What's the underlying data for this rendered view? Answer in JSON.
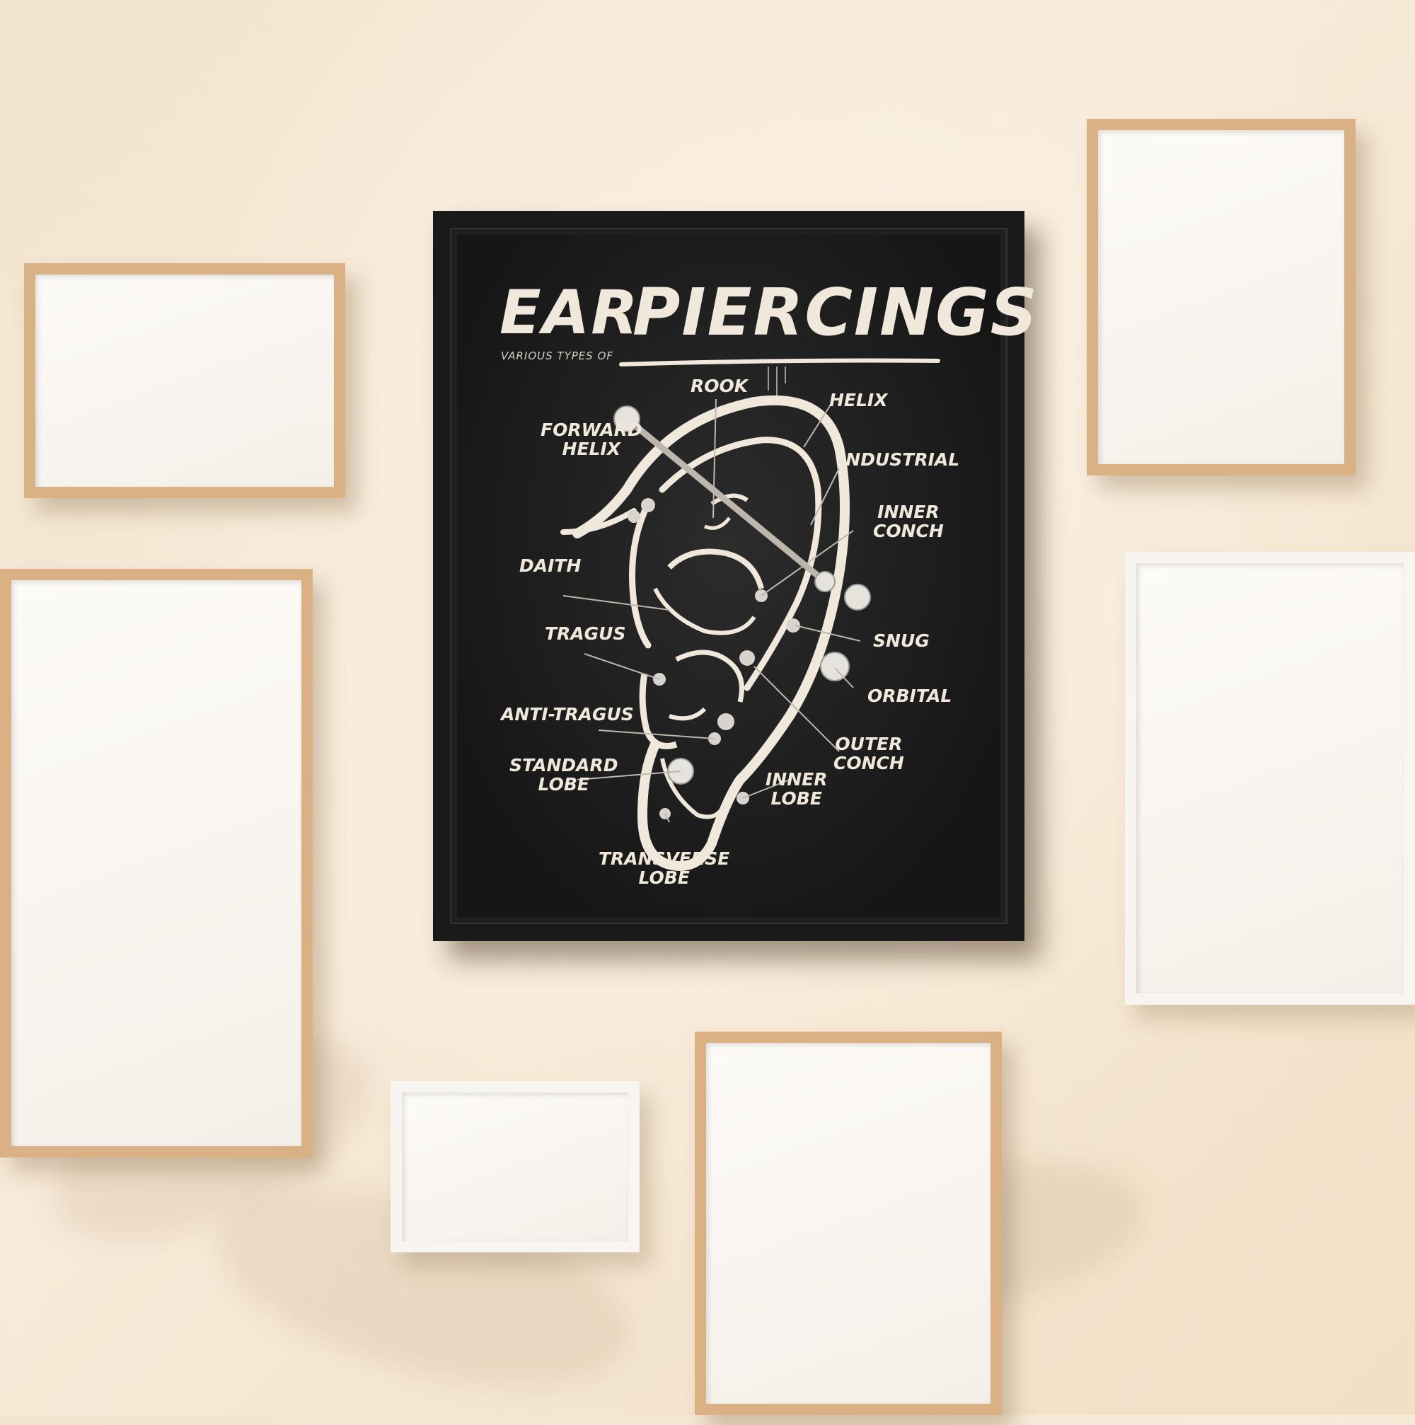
{
  "poster": {
    "title_part1": "EAR",
    "title_part2": "PIERCINGS",
    "subtitle": "VARIOUS TYPES OF",
    "labels": {
      "rook": "ROOK",
      "helix": "HELIX",
      "forward_helix_1": "FORWARD",
      "forward_helix_2": "HELIX",
      "industrial": "INDUSTRIAL",
      "inner_conch_1": "INNER",
      "inner_conch_2": "CONCH",
      "daith": "DAITH",
      "tragus": "TRAGUS",
      "snug": "SNUG",
      "orbital": "ORBITAL",
      "anti_tragus": "ANTI-TRAGUS",
      "outer_conch_1": "OUTER",
      "outer_conch_2": "CONCH",
      "standard_lobe_1": "STANDARD",
      "standard_lobe_2": "LOBE",
      "inner_lobe_1": "INNER",
      "inner_lobe_2": "LOBE",
      "transverse_lobe_1": "TRANSVERSE",
      "transverse_lobe_2": "LOBE"
    }
  },
  "colors": {
    "wall": "#f3e4cf",
    "wood_frame": "#d9b184",
    "white_frame": "#f8f5f0",
    "black_frame": "#1a1a1a",
    "chalk": "#f1e8dc"
  }
}
